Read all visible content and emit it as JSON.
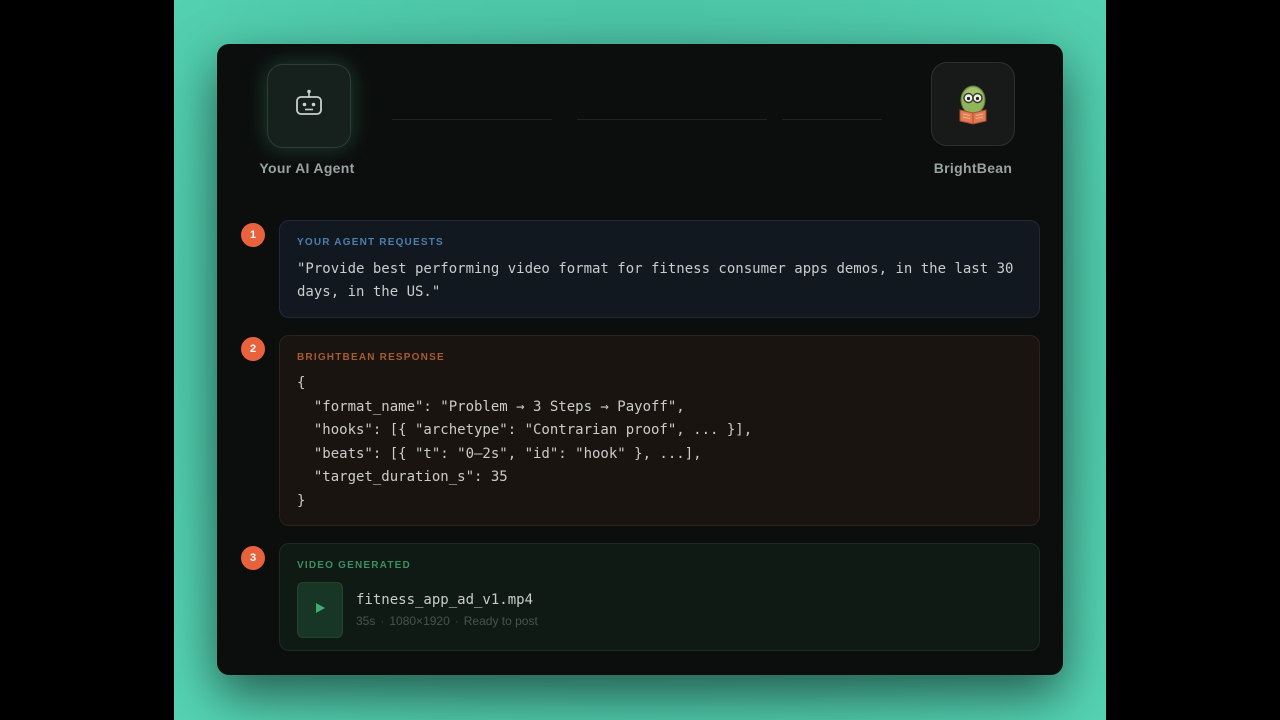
{
  "agent": {
    "label": "Your AI Agent",
    "icon": "robot-icon"
  },
  "brightbean": {
    "label": "BrightBean",
    "icon": "bean-reading-icon"
  },
  "steps": [
    {
      "number": "1",
      "title": "YOUR AGENT REQUESTS",
      "text": "\"Provide best performing video format for fitness consumer apps demos, in the last 30 days, in the US.\""
    },
    {
      "number": "2",
      "title": "BRIGHTBEAN RESPONSE",
      "code": "{\n  \"format_name\": \"Problem → 3 Steps → Payoff\",\n  \"hooks\": [{ \"archetype\": \"Contrarian proof\", ... }],\n  \"beats\": [{ \"t\": \"0–2s\", \"id\": \"hook\" }, ...],\n  \"target_duration_s\": 35\n}"
    },
    {
      "number": "3",
      "title": "VIDEO GENERATED",
      "file_name": "fitness_app_ad_v1.mp4",
      "meta": [
        "35s",
        "1080×1920",
        "Ready to post"
      ],
      "icon": "play-icon"
    }
  ],
  "colors": {
    "accent_orange": "#e8623e",
    "request_blue": "#4c7fae",
    "response_orange": "#a65a35",
    "video_green": "#3d8e60",
    "background_teal": "#4cc4a6"
  }
}
